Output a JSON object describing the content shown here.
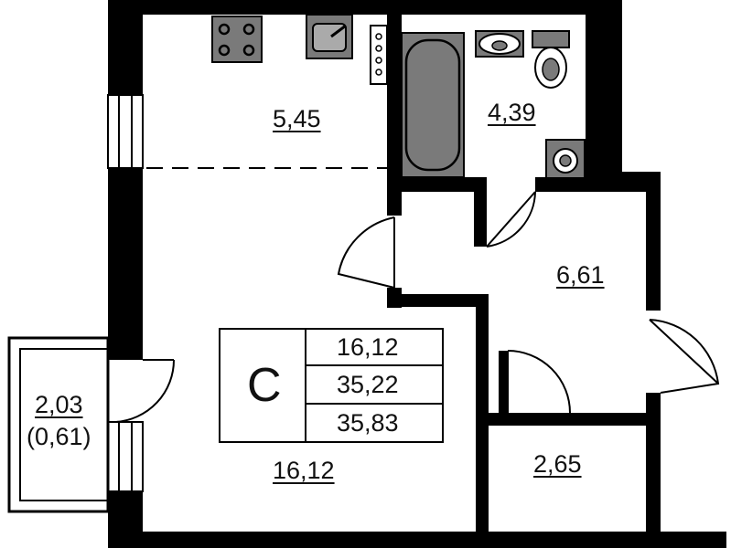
{
  "rooms": {
    "kitchen_area": "5,45",
    "bathroom_area": "4,39",
    "hall_area": "6,61",
    "living_area": "16,12",
    "storage_area": "2,65",
    "balcony_area": "2,03",
    "balcony_reduced_area": "(0,61)"
  },
  "summary": {
    "letter": "C",
    "living": "16,12",
    "total": "35,22",
    "total_with_balcony": "35,83"
  },
  "colors": {
    "wall": "#000000",
    "fixture_fill": "#7a7a7a",
    "floor": "#ffffff"
  }
}
